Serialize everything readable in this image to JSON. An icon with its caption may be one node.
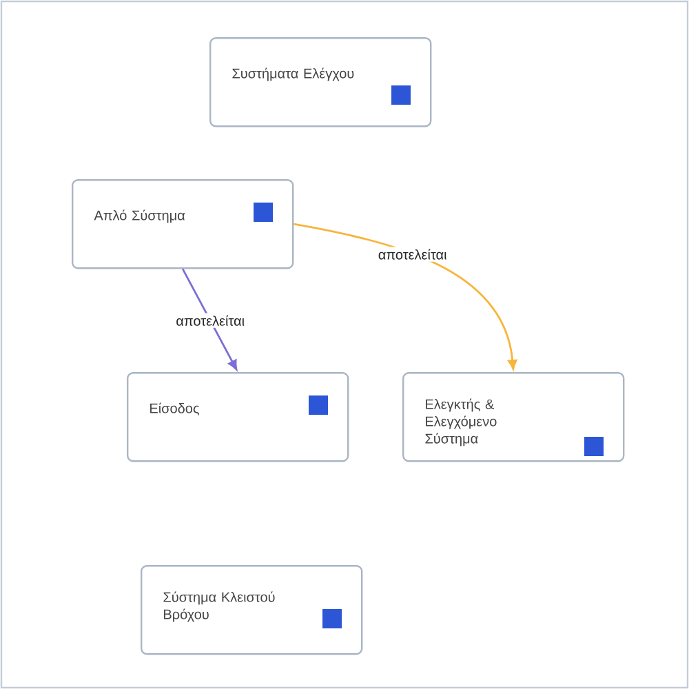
{
  "diagram": {
    "nodes": [
      {
        "text": [
          "Συστήματα Ελέγχου"
        ]
      },
      {
        "text": [
          "Απλό Σύστημα"
        ]
      },
      {
        "text": [
          "Είσοδος"
        ]
      },
      {
        "text": [
          "Ελεγκτής & Ελεγχόμενο Σύστημα"
        ]
      },
      {
        "text": [
          "Σύστημα Κλειστού Βρόχου"
        ]
      }
    ],
    "edges": [
      {
        "from": 1,
        "to": 2,
        "arrow": "to",
        "label": "αποτελείται",
        "color": "#7b6fd6"
      },
      {
        "from": 1,
        "to": 3,
        "arrow": "to",
        "label": "αποτελείται",
        "color": "#f7b53b"
      }
    ]
  }
}
